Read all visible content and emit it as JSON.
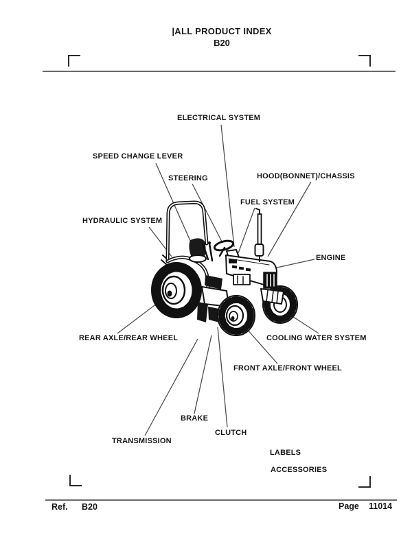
{
  "header": {
    "title": "|ALL PRODUCT INDEX",
    "model": "B20"
  },
  "diagram": {
    "illustration": "tractor-line-drawing",
    "labels": [
      {
        "id": "electrical-system",
        "text": "ELECTRICAL SYSTEM"
      },
      {
        "id": "speed-change-lever",
        "text": "SPEED CHANGE LEVER"
      },
      {
        "id": "steering",
        "text": "STEERING"
      },
      {
        "id": "hood-bonnet-chassis",
        "text": "HOOD(BONNET)/CHASSIS"
      },
      {
        "id": "fuel-system",
        "text": "FUEL SYSTEM"
      },
      {
        "id": "hydraulic-system",
        "text": "HYDRAULIC SYSTEM"
      },
      {
        "id": "engine",
        "text": "ENGINE"
      },
      {
        "id": "rear-axle-rear-wheel",
        "text": "REAR AXLE/REAR WHEEL"
      },
      {
        "id": "cooling-water-system",
        "text": "COOLING WATER SYSTEM"
      },
      {
        "id": "front-axle-front-wheel",
        "text": "FRONT AXLE/FRONT WHEEL"
      },
      {
        "id": "brake",
        "text": "BRAKE"
      },
      {
        "id": "clutch",
        "text": "CLUTCH"
      },
      {
        "id": "transmission",
        "text": "TRANSMISSION"
      },
      {
        "id": "labels",
        "text": "LABELS"
      },
      {
        "id": "accessories",
        "text": "ACCESSORIES"
      }
    ]
  },
  "footer": {
    "ref_label": "Ref.",
    "ref_value": "B20",
    "page_label": "Page",
    "page_value": "11014"
  },
  "colors": {
    "text": "#1a1a1a",
    "leader_line": "#4d4d4d",
    "rule": "#6a6a6a",
    "drawing": "#111111",
    "background": "#ffffff"
  }
}
